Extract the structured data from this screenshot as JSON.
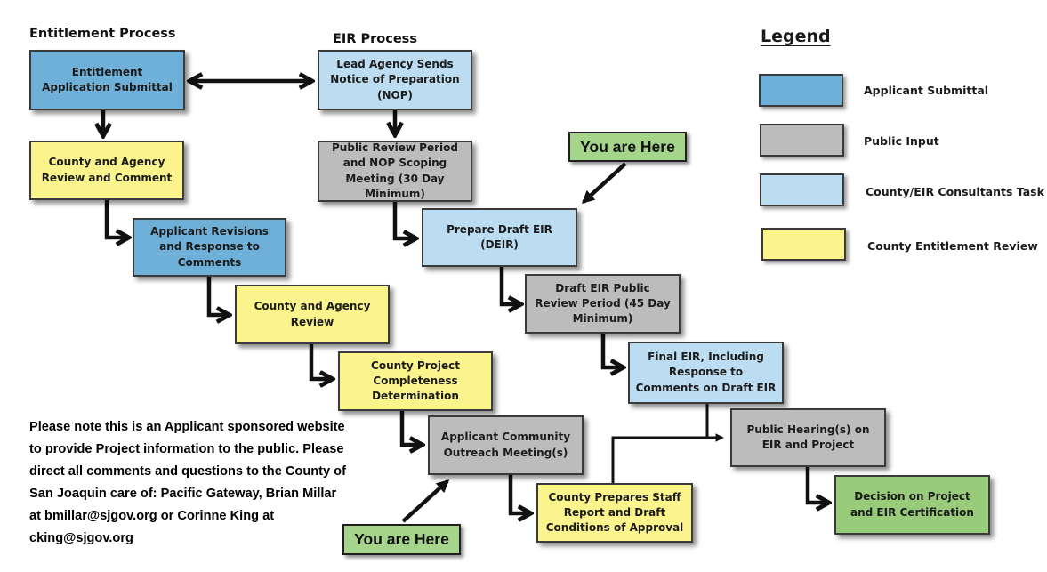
{
  "headers": {
    "entitlement": "Entitlement Process",
    "eir": "EIR Process"
  },
  "steps": {
    "entitlement_application": "Entitlement Application Submittal",
    "lead_agency_nop": "Lead Agency Sends Notice of Preparation (NOP)",
    "county_agency_review_comment": "County and Agency Review and Comment",
    "public_review_nop_scoping": "Public Review Period and NOP Scoping Meeting  (30 Day Minimum)",
    "applicant_revisions": "Applicant Revisions and Response to Comments",
    "prepare_draft_eir": "Prepare Draft EIR (DEIR)",
    "county_agency_review": "County and Agency Review",
    "draft_eir_public_review": "Draft EIR Public Review Period (45 Day Minimum)",
    "county_project_completeness": "County Project Completeness Determination",
    "final_eir": "Final EIR, Including Response to Comments on Draft EIR",
    "applicant_outreach": "Applicant Community Outreach Meeting(s)",
    "public_hearings": "Public Hearing(s) on EIR and Project",
    "county_staff_report": "County Prepares Staff Report and Draft Conditions of Approval",
    "decision": "Decision on Project and EIR Certification"
  },
  "legend": {
    "title": "Legend",
    "items": [
      {
        "label": "Applicant Submittal",
        "color": "#6fb0d9"
      },
      {
        "label": "Public Input",
        "color": "#bcbcbc"
      },
      {
        "label": "County/EIR Consultants Task",
        "color": "#bcdcf1"
      },
      {
        "label": "County Entitlement Review",
        "color": "#fbf38c"
      }
    ]
  },
  "markers": {
    "here_top": "You are Here",
    "here_bottom": "You are Here"
  },
  "note": "Please note this is an Applicant sponsored website to provide Project information to the public. Please direct all comments and questions to the County of San Joaquin care of: Pacific Gateway, Brian Millar at bmillar@sjgov.org or Corinne King at cking@sjgov.org",
  "colors": {
    "applicant_submittal": "#6fb0d9",
    "public_input": "#bcbcbc",
    "county_eir_task": "#bcdcf1",
    "county_entitlement_review": "#fbf38c",
    "decision": "#98cb7a",
    "you_are_here": "#a4d58a"
  }
}
